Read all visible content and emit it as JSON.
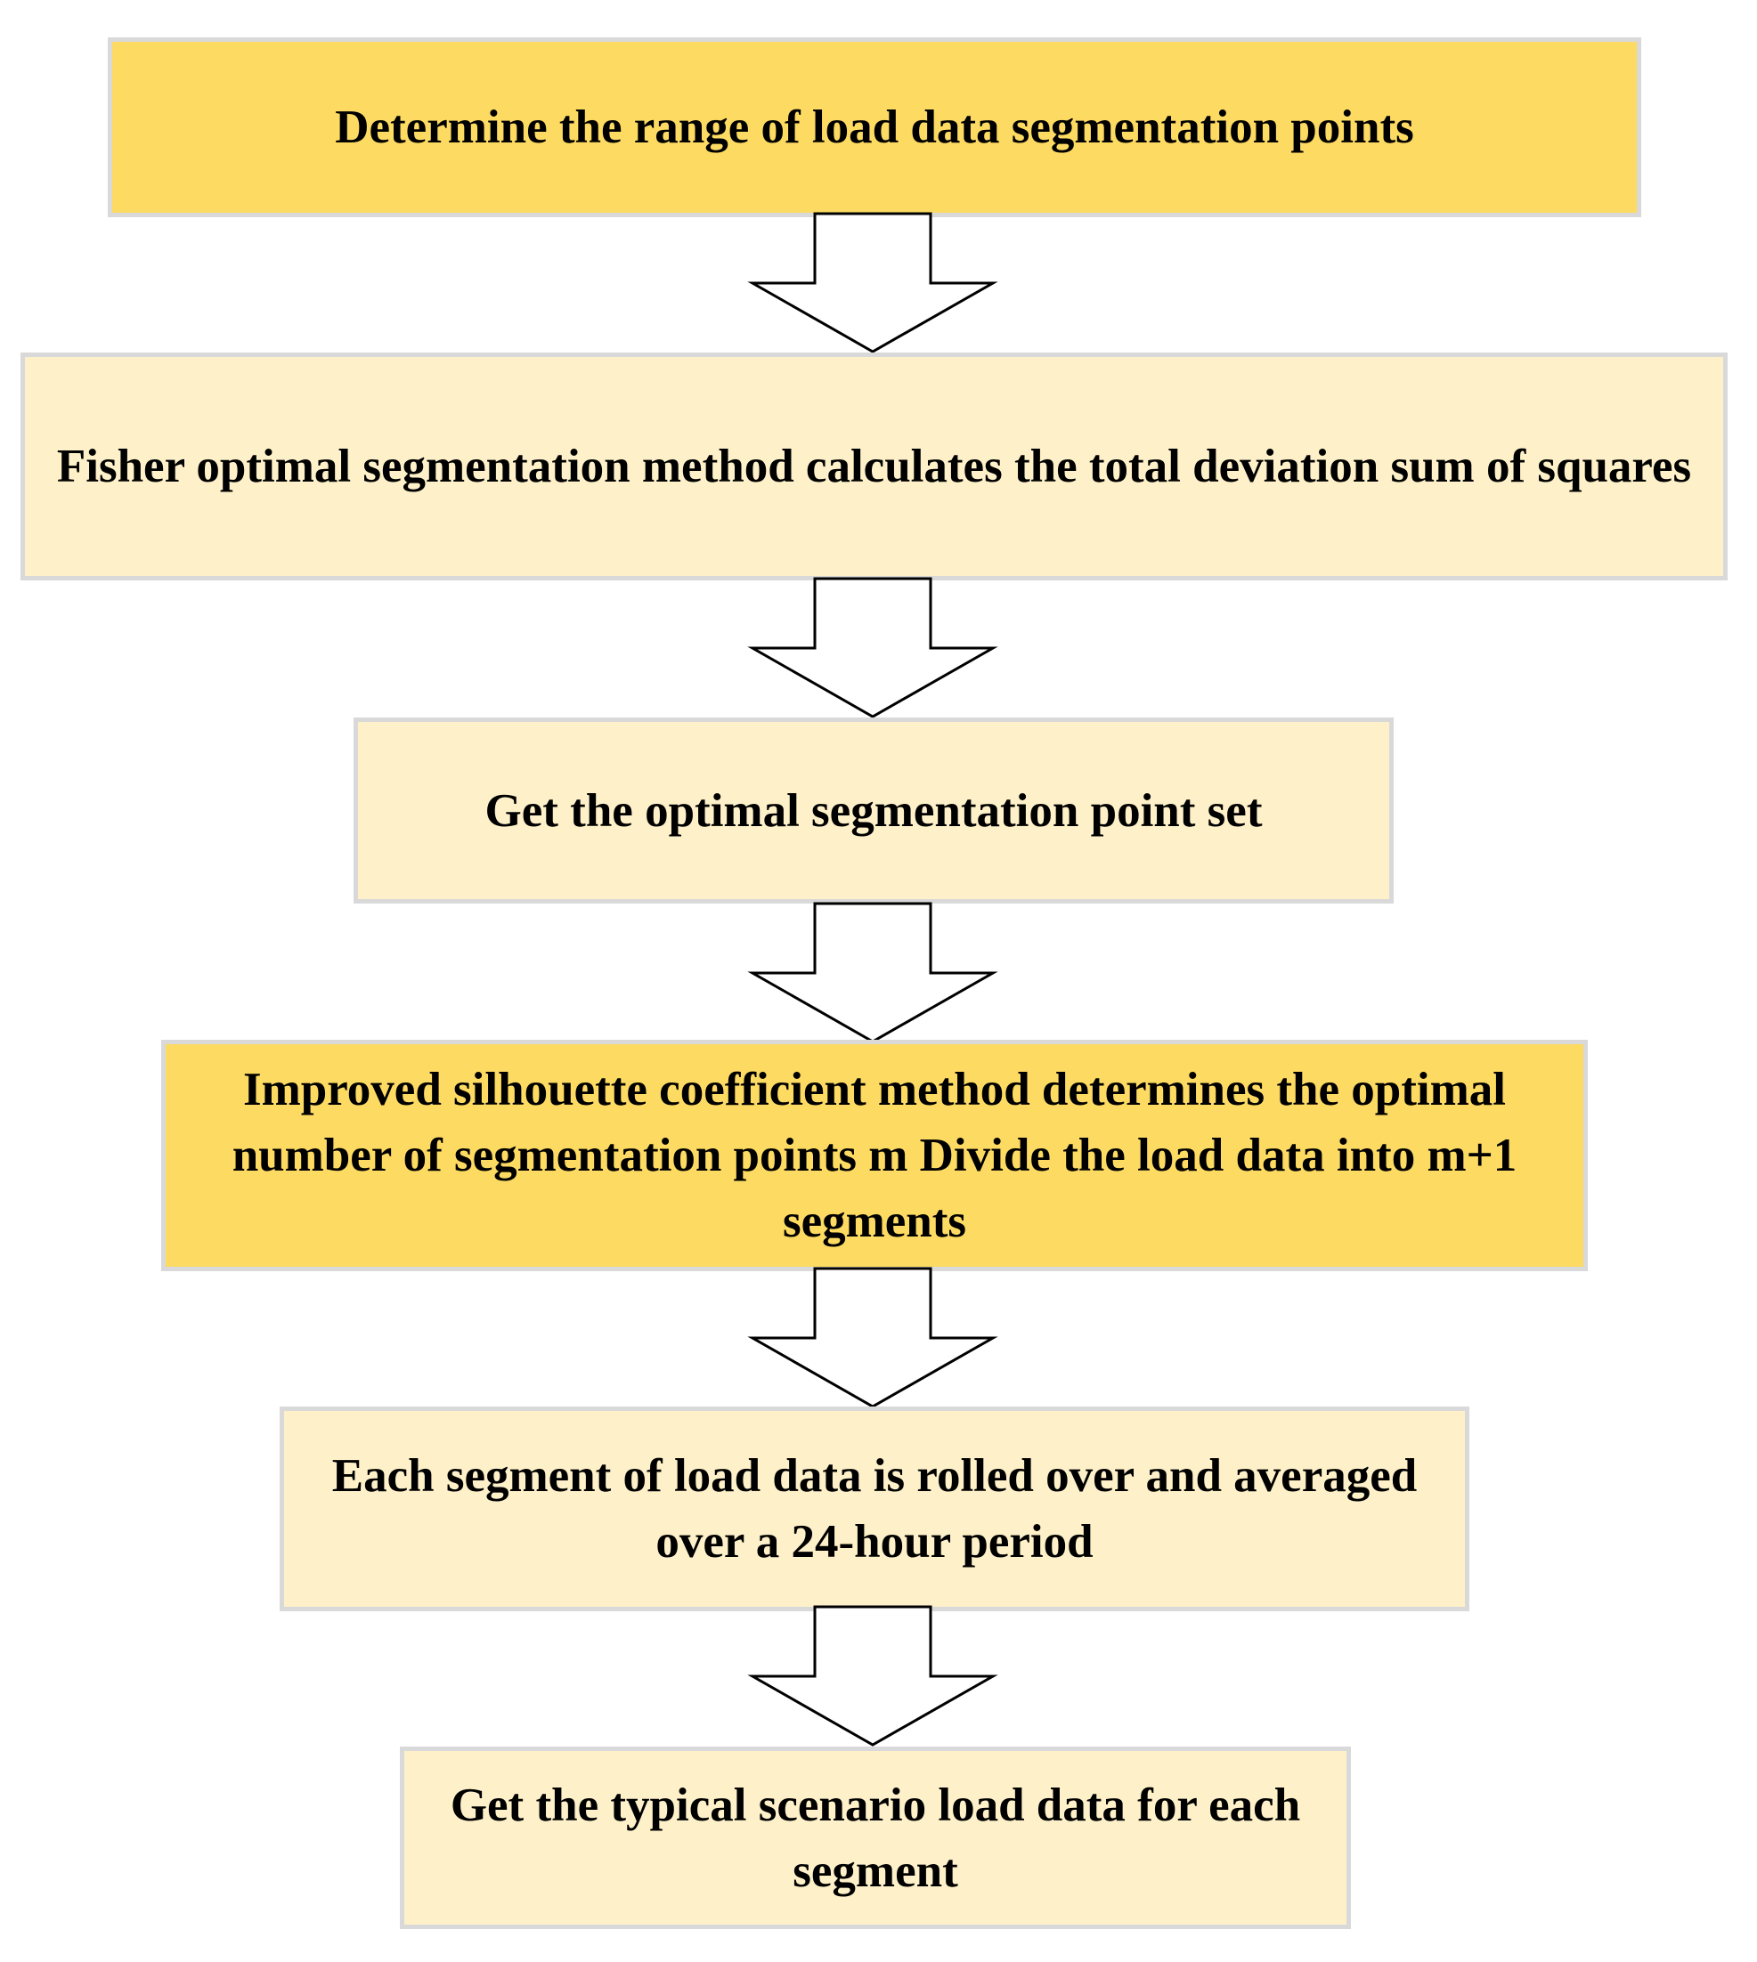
{
  "colors": {
    "strong_fill": "#fdda62",
    "light_fill": "#fef1c9",
    "border": "#d9d9d9"
  },
  "steps": [
    {
      "text": "Determine the range of load data segmentation points",
      "fill": "strong"
    },
    {
      "text": "Fisher optimal segmentation method calculates the total deviation sum of squares",
      "fill": "light"
    },
    {
      "text": "Get the optimal segmentation point set",
      "fill": "light"
    },
    {
      "text": "Improved silhouette coefficient method determines the optimal number of segmentation points m Divide the load data into m+1 segments",
      "fill": "strong"
    },
    {
      "text": "Each segment of load data is rolled over and averaged over a 24-hour period",
      "fill": "light"
    },
    {
      "text": "Get the typical scenario load data for each segment",
      "fill": "light"
    }
  ]
}
